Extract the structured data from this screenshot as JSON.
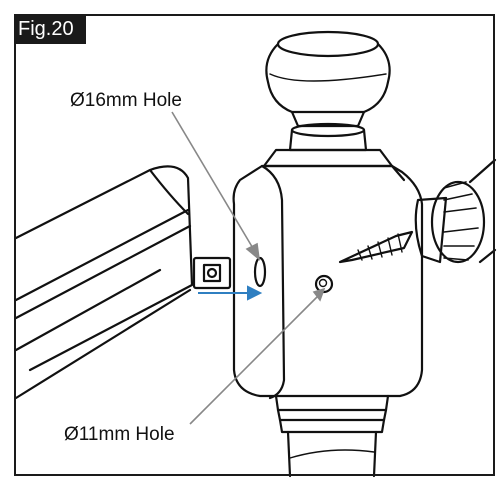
{
  "figure": {
    "tag": "Fig.20",
    "labels": {
      "hole_16": "Ø16mm Hole",
      "hole_11": "Ø11mm Hole"
    }
  },
  "colors": {
    "frame": "#1a1a1a",
    "line": "#111111",
    "leader": "#888888",
    "insert_arrow": "#2f7fc1"
  }
}
